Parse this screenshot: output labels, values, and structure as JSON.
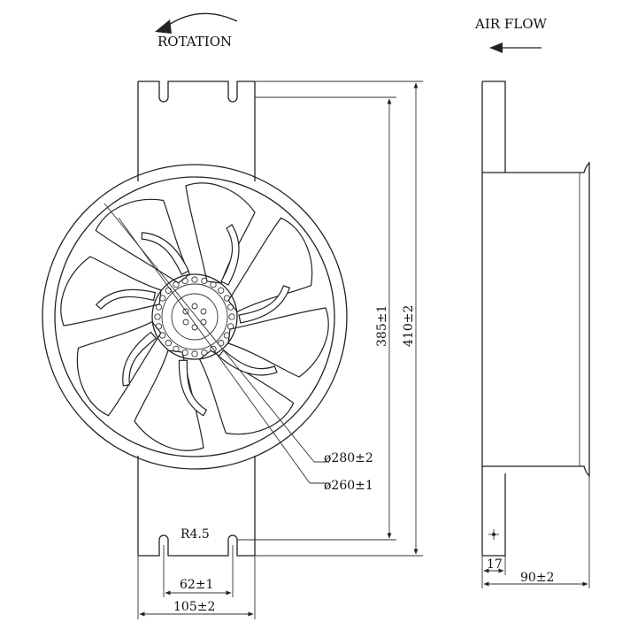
{
  "labels": {
    "rotation": "ROTATION",
    "air_flow": "AIR FLOW",
    "dim_385": "385±1",
    "dim_410": "410±2",
    "dim_280": "ø280±2",
    "dim_260": "ø260±1",
    "dim_r45": "R4.5",
    "dim_62": "62±1",
    "dim_105": "105±2",
    "dim_17": "17",
    "dim_90": "90±2"
  }
}
